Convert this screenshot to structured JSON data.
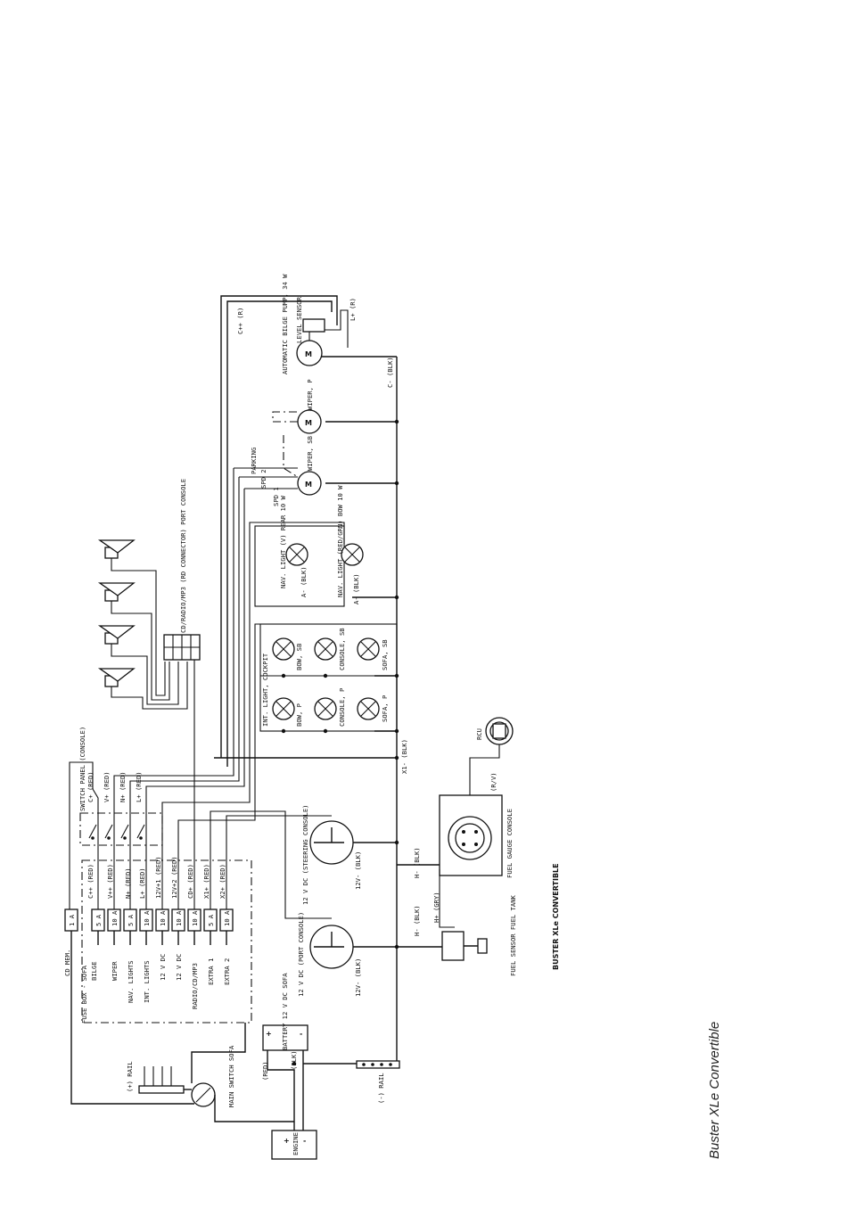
{
  "footer_title": "Buster XLe Convertible",
  "diagram_title": "BUSTER XLe CONVERTIBLE",
  "fuse_box": {
    "title": "FUSE BOX - SOFA",
    "fuses": [
      {
        "label": "CD MEM.",
        "rating": "1 A"
      },
      {
        "label": "BILGE",
        "rating": "5 A"
      },
      {
        "label": "WIPER",
        "rating": "10 A"
      },
      {
        "label": "NAV. LIGHTS",
        "rating": "5 A"
      },
      {
        "label": "INT. LIGHTS",
        "rating": "10 A"
      },
      {
        "label": "12 V DC",
        "rating": "10 A"
      },
      {
        "label": "12 V DC",
        "rating": "10 A"
      },
      {
        "label": "RADIO/CD/MP3",
        "rating": "10 A"
      },
      {
        "label": "EXTRA 1",
        "rating": "5 A"
      },
      {
        "label": "EXTRA 2",
        "rating": "10 A"
      }
    ],
    "wire_labels": [
      "C++ (RED)",
      "V++ (RED)",
      "N+ (RED)",
      "L+ (RED)",
      "12V+1 (RED)",
      "12V+2 (RED)",
      "CD+ (RED)",
      "X1+ (RED)",
      "X2+ (RED)"
    ]
  },
  "switch_panel": {
    "title": "SWITCH PANEL (CONSOLE)",
    "labels": [
      "C+ (RED)",
      "V+ (RED)",
      "N+ (RED)",
      "L+ (RED)"
    ]
  },
  "components": {
    "bilge_pump": "AUTOMATIC BILGE PUMP, 34 W",
    "level_sensor": "LEVEL SENSOR",
    "wiper_p": "WIPER, P",
    "wiper_sb": "WIPER, SB",
    "parking": "PARKING",
    "spd2": "SPD 2",
    "spd1": "SPD 1",
    "motor_glyph": "M",
    "nav_light_v": "NAV. LIGHT (V) REAR 10 W",
    "nav_light_rg": "NAV. LIGHT (RED/GRN) BOW 10 W",
    "bow_sb": "BOW, SB",
    "console_sb": "CONSOLE, SB",
    "sofa_sb": "SOFA, SB",
    "int_light": "INT. LIGHT, COCKPIT",
    "bow_p": "BOW, P",
    "console_p": "CONSOLE, P",
    "sofa_p": "SOFA, P",
    "cd_connector": "CD/RADIO/MP3 (RD CONNECTOR) PORT CONSOLE",
    "socket_steering": "12 V DC (STEERING CONSOLE)",
    "socket_port": "12 V DC (PORT CONSOLE)",
    "fuel_gauge": "FUEL GAUGE CONSOLE",
    "fuel_sensor": "FUEL SENSOR FUEL TANK",
    "rcu": "RCU",
    "battery_sofa": "BATTERY 12 V DC SOFA",
    "battery_engine": "ENGINE",
    "main_switch": "MAIN SWITCH SOFA",
    "pos_rail": "(+) RAIL",
    "neg_rail": "(-) RAIL",
    "battery_plus": "+",
    "battery_minus": "-"
  },
  "wire_tags": {
    "c_pp": "C++ (R)",
    "l_plus": "L+ (R)",
    "c_minus": "C- (BLK)",
    "a_minus_1": "A- (BLK)",
    "a_minus_2": "A- (BLK)",
    "x1_minus": "X1- (BLK)",
    "h_minus_1": "H- (BLK)",
    "h_minus_2": "H- (BLK)",
    "h_plus": "H+ (GRY)",
    "rv": "(R/V)",
    "v12_minus_1": "12V- (BLK)",
    "v12_minus_2": "12V- (BLK)",
    "red": "(RED)",
    "blk": "(BLK)"
  }
}
